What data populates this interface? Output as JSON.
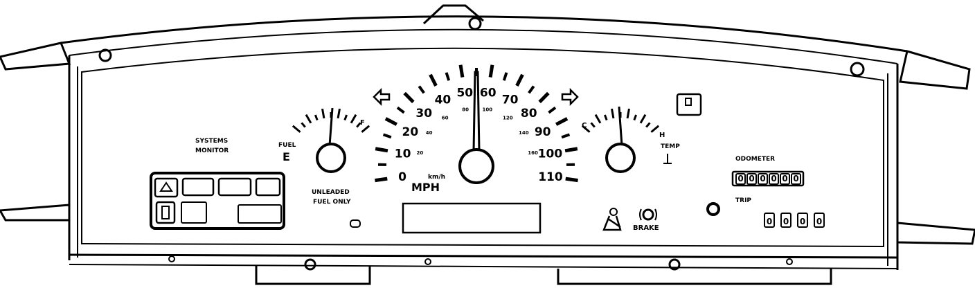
{
  "labels": {
    "monitor_line1": "SYSTEMS",
    "monitor_line2": "MONITOR",
    "fuel_type_line1": "UNLEADED",
    "fuel_type_line2": "FUEL ONLY",
    "brake": "BRAKE",
    "odometer": "ODOMETER",
    "trip": "TRIP",
    "mph_unit": "MPH",
    "kmh_unit": "km/h",
    "fuel_gauge": "FUEL",
    "temp_gauge": "TEMP",
    "fuel_empty": "E",
    "fuel_full": "F",
    "temp_cold": "C",
    "temp_hot": "H"
  },
  "speedometer": {
    "mph_ticks": [
      "0",
      "10",
      "20",
      "30",
      "40",
      "50",
      "60",
      "70",
      "80",
      "90",
      "100",
      "110"
    ],
    "kmh_ticks": [
      "20",
      "40",
      "60",
      "80",
      "100",
      "120",
      "140",
      "160"
    ]
  },
  "odometer": {
    "digits": [
      "0",
      "0",
      "0",
      "0",
      "0",
      "0"
    ]
  },
  "trip": {
    "digits": [
      "0",
      "0",
      "0",
      "0"
    ]
  },
  "icons": {
    "left_turn": "left-arrow-icon",
    "right_turn": "right-arrow-icon",
    "seatbelt": "seatbelt-icon",
    "brake": "brake-icon",
    "high_beam": "high-beam-icon",
    "oil": "oil-can-icon",
    "battery": "battery-icon",
    "door": "door-ajar-icon",
    "trunk": "trunk-ajar-icon",
    "coolant": "coolant-icon",
    "washer": "washer-fluid-icon",
    "lamp": "lamp-out-icon"
  }
}
